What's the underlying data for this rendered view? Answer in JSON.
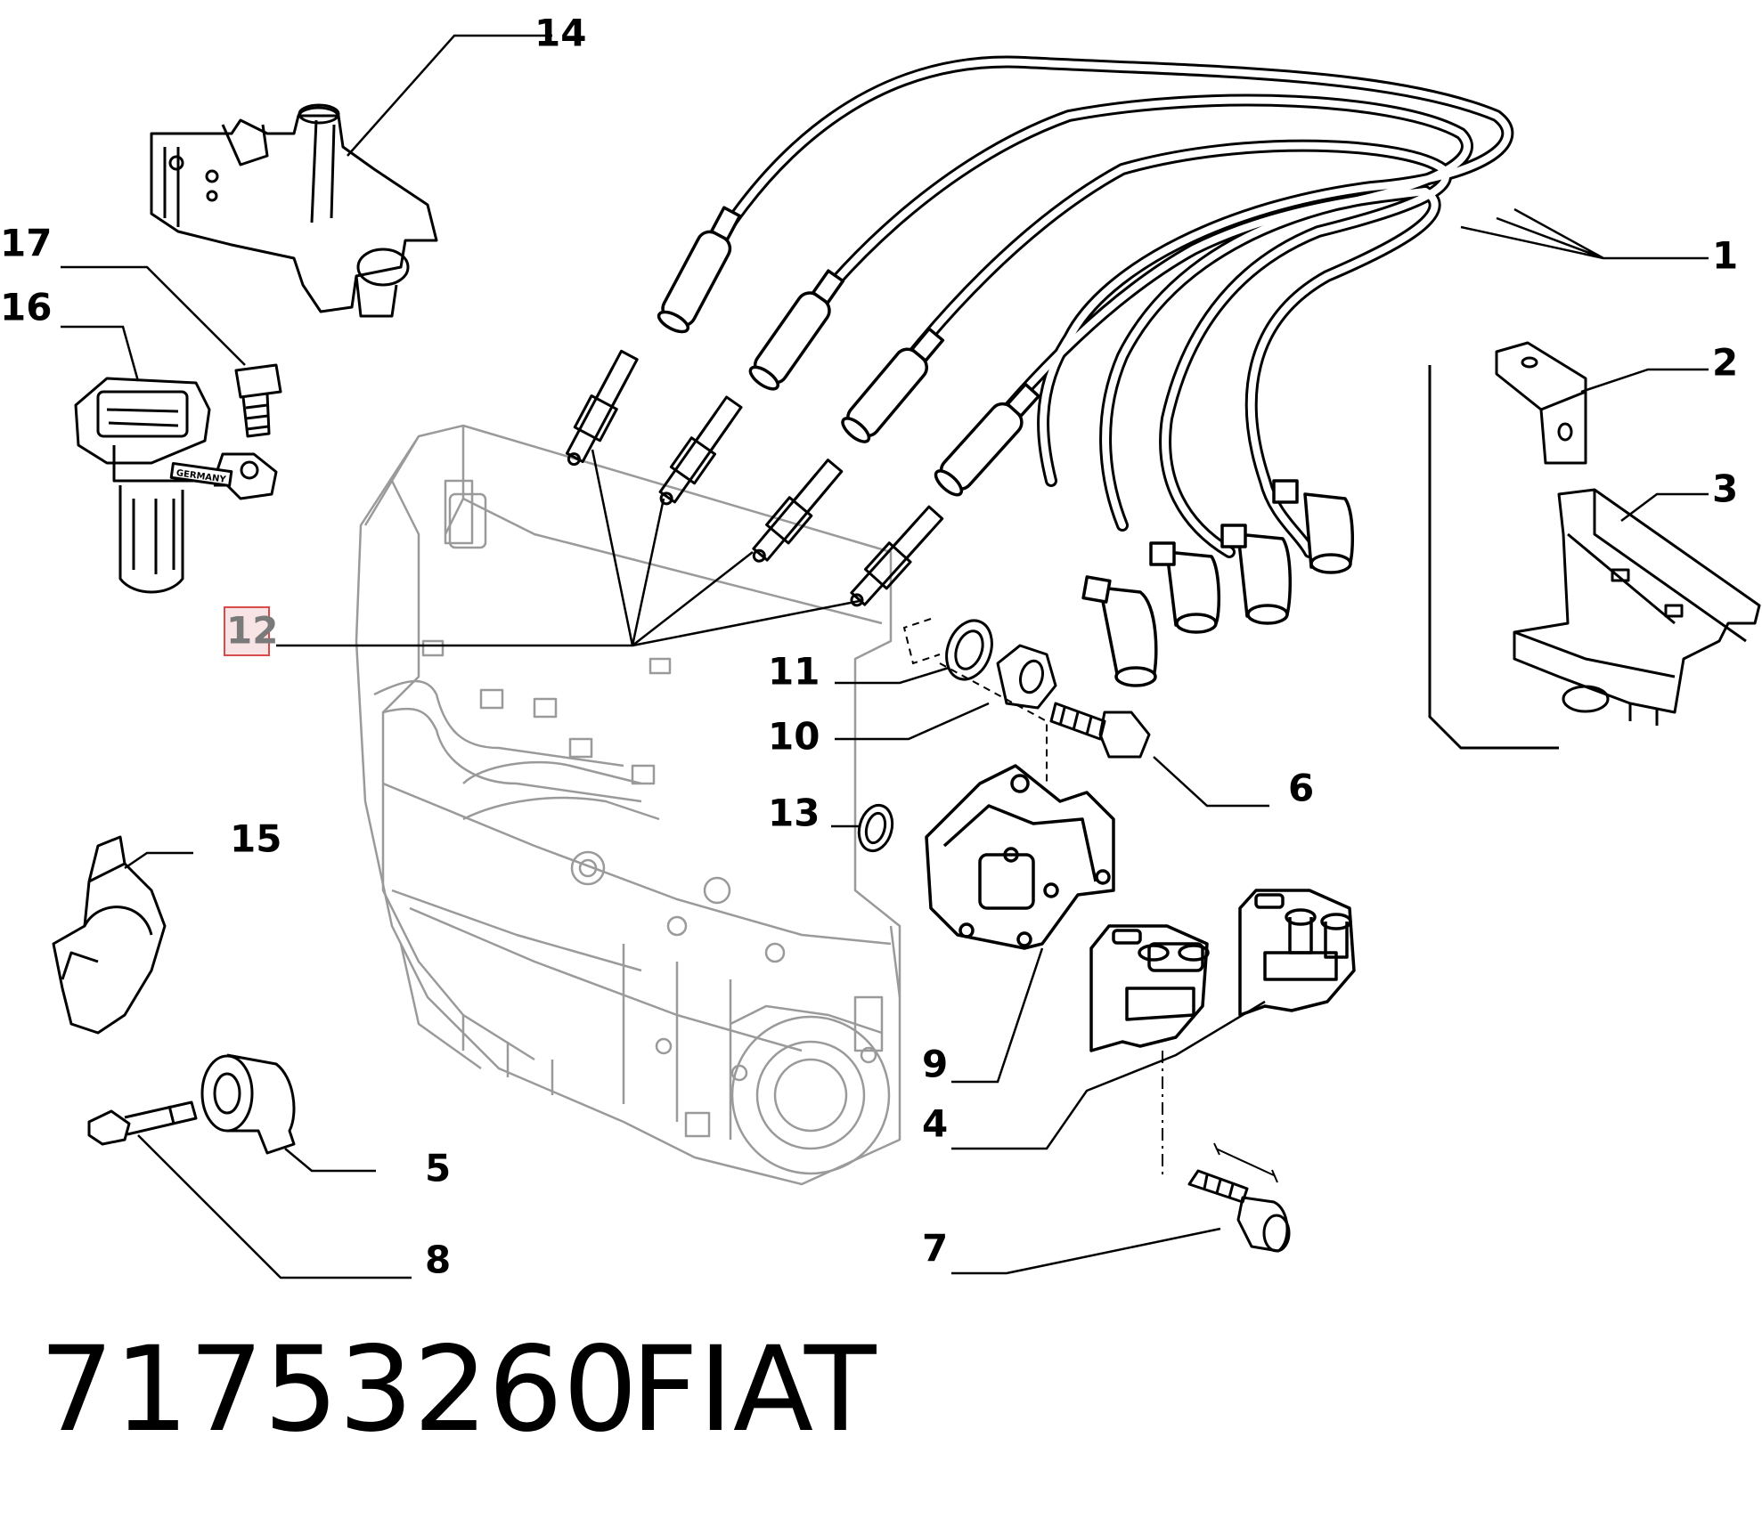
{
  "callouts": {
    "c1": "1",
    "c2": "2",
    "c3": "3",
    "c4": "4",
    "c5": "5",
    "c6": "6",
    "c7": "7",
    "c8": "8",
    "c9": "9",
    "c10": "10",
    "c11": "11",
    "c12": "12",
    "c13": "13",
    "c14": "14",
    "c15": "15",
    "c16": "16",
    "c17": "17"
  },
  "highlighted_callout": "12",
  "sensor_marking": "GERMANY",
  "footer": {
    "part_number": "71753260",
    "brand": "FIAT"
  },
  "colors": {
    "line": "#000000",
    "engine_outline": "#9a9a9a",
    "highlight_box": "#d94a4a",
    "highlight_fill": "#f8e4e4"
  }
}
